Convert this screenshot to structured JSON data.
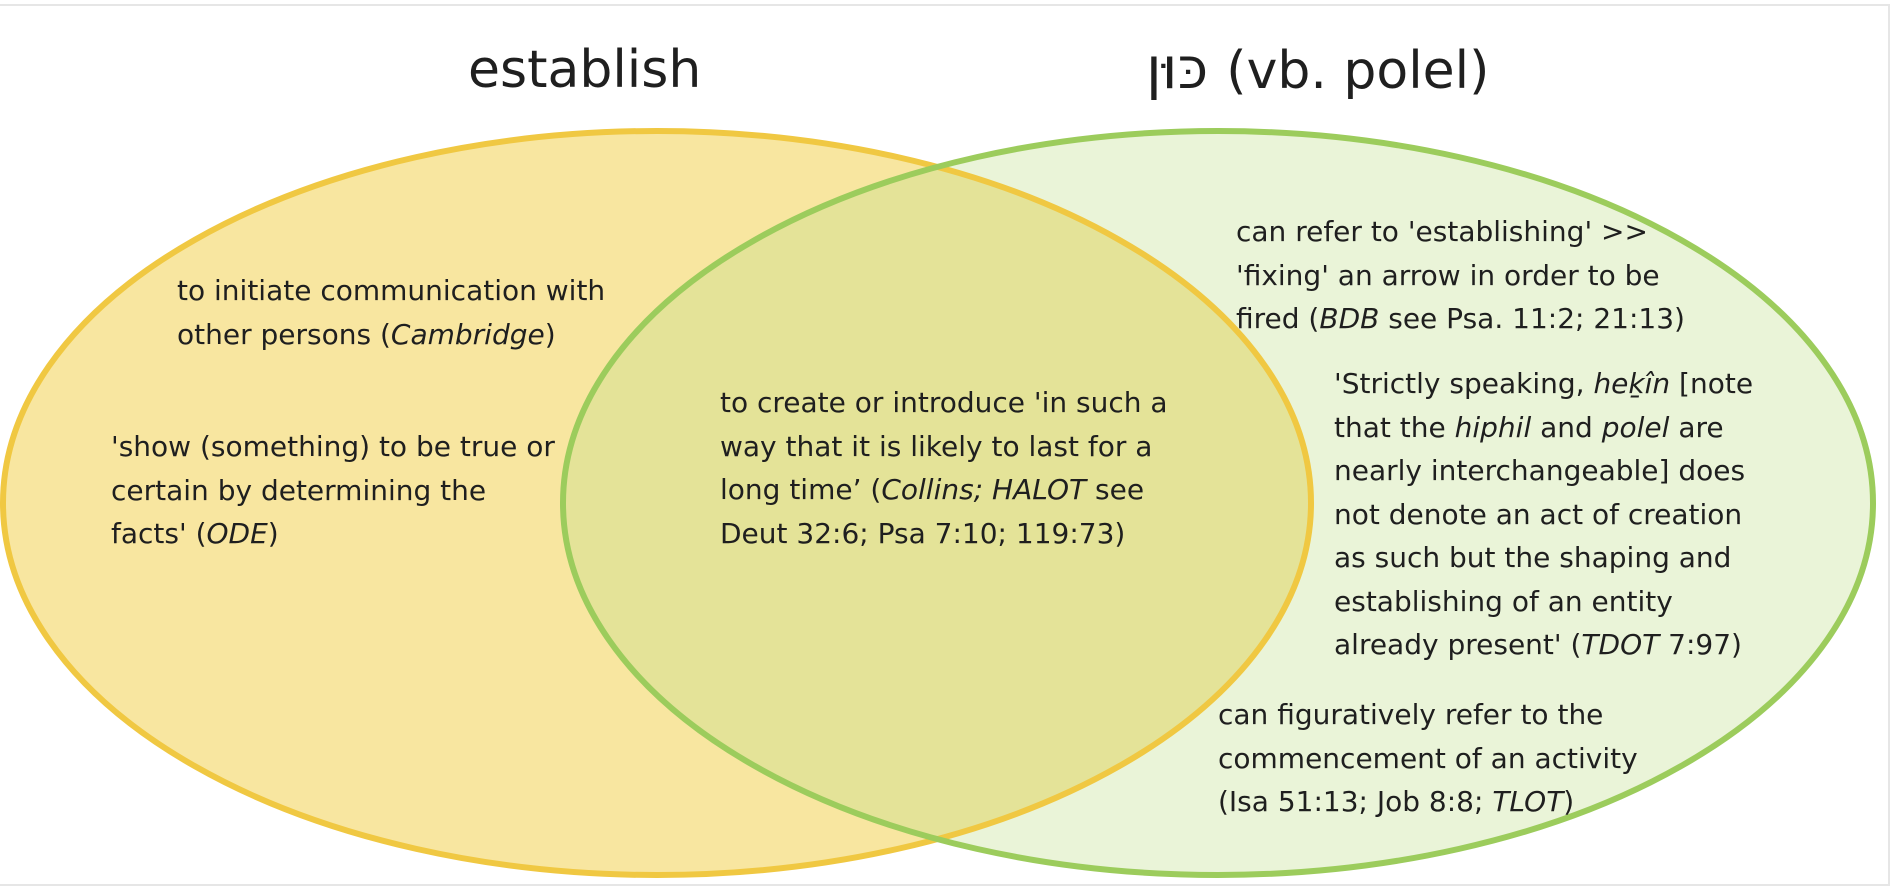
{
  "diagram": {
    "left_set": {
      "label": "establish",
      "fill": "#f8e6a0",
      "stroke": "#f0c842"
    },
    "right_set": {
      "label_hebrew": "כּוּן",
      "label_suffix": "(vb. polel)",
      "fill": "#eaf4d8",
      "stroke": "#9ccc5c"
    },
    "overlap_fill": "#e4e398",
    "left_only": [
      {
        "lines": [
          [
            "to initiate communication with"
          ],
          [
            "other persons (",
            {
              "i": "Cambridge"
            },
            ")"
          ]
        ]
      },
      {
        "lines": [
          [
            "'show (something) to be true or"
          ],
          [
            "certain by determining the"
          ],
          [
            "facts' (",
            {
              "i": "ODE"
            },
            ")"
          ]
        ]
      }
    ],
    "overlap": [
      {
        "lines": [
          [
            "to create or introduce 'in such a"
          ],
          [
            "way that it is likely to last for a"
          ],
          [
            "long time’ (",
            {
              "i": "Collins; HALOT"
            },
            " see"
          ],
          [
            "Deut 32:6; Psa 7:10; 119:73)"
          ]
        ]
      }
    ],
    "right_only": [
      {
        "lines": [
          [
            "can refer to 'establishing' >>"
          ],
          [
            "'fixing' an arrow in order to be"
          ],
          [
            "fired (",
            {
              "i": "BDB"
            },
            " see Psa. 11:2; 21:13)"
          ]
        ]
      },
      {
        "lines": [
          [
            "'Strictly speaking, ",
            {
              "i": "heḵîn"
            },
            " [note"
          ],
          [
            "that the ",
            {
              "i": "hiphil"
            },
            " and ",
            {
              "i": "polel"
            },
            " are"
          ],
          [
            "nearly interchangeable] does"
          ],
          [
            "not denote an act of creation"
          ],
          [
            "as such but the shaping and"
          ],
          [
            "establishing of an entity"
          ],
          [
            "already present' (",
            {
              "i": "TDOT"
            },
            " 7:97)"
          ]
        ]
      },
      {
        "lines": [
          [
            "can figuratively refer to the"
          ],
          [
            "commencement of an activity"
          ],
          [
            "(Isa 51:13; Job 8:8; ",
            {
              "i": "TLOT"
            },
            ")"
          ]
        ]
      }
    ]
  }
}
